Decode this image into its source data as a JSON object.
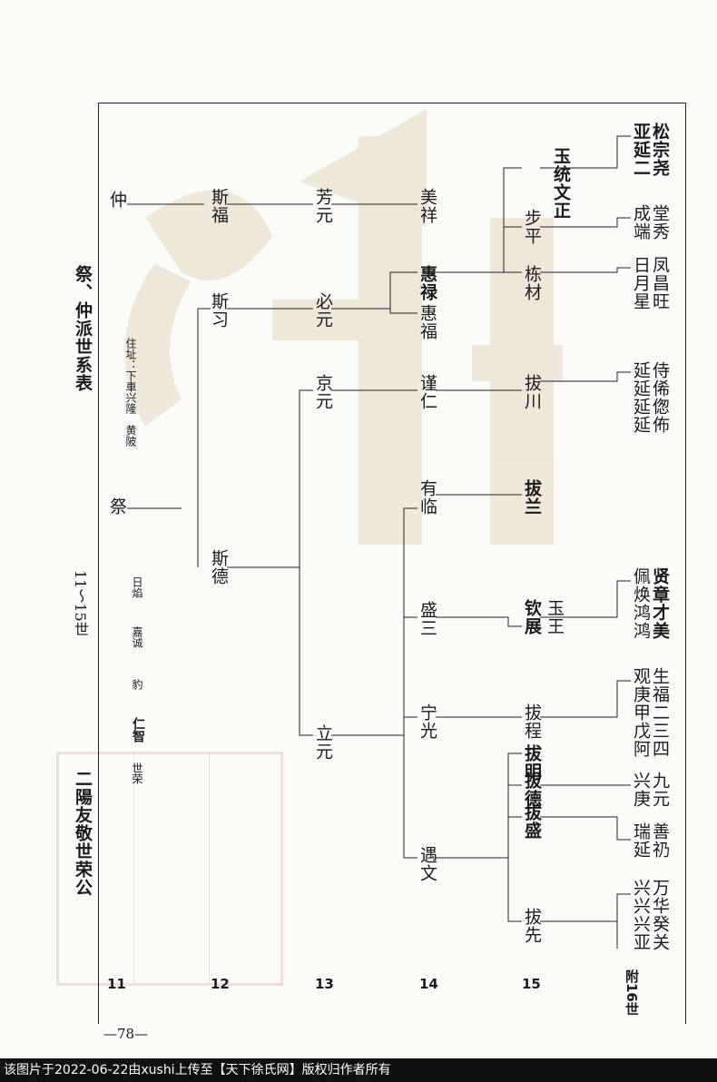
{
  "header": {
    "title": "二陽友敬世荣公",
    "gen_range": "11～15世",
    "section_title": "祭、仲派世系表",
    "address": "住址：下車兴隆　黄陂"
  },
  "names_row11": [
    "世荣",
    "仁智",
    "豹",
    "嘉诚",
    "日焰",
    "祭",
    "仲"
  ],
  "gen_labels": [
    "11",
    "12",
    "13",
    "14",
    "15",
    "附16世"
  ],
  "gen12": [
    "斯德",
    "斯习",
    "斯福"
  ],
  "gen13": [
    "立元",
    "京元",
    "必元",
    "芳元"
  ],
  "gen14": [
    "遇文",
    "宁光",
    "盛三",
    "有临",
    "谨仁",
    "惠福",
    "惠禄",
    "美祥"
  ],
  "gen15": [
    "拔先",
    "拔盛",
    "拔德",
    "拔明",
    "拔程",
    "钦展",
    "玉王",
    "拔兰",
    "拔川",
    "栋材",
    "步平",
    "玉统文正"
  ],
  "gen16": [
    "兴兴兴亚",
    "万华癸关",
    "瑞延",
    "善礽",
    "兴庚",
    "九元",
    "观庚甲戊阿",
    "生福二三四",
    "佩焕鸿鸿",
    "贤章才美",
    "延延延延",
    "侍俙偬佈",
    "日月星",
    "凤昌旺",
    "成端",
    "堂秀",
    "亚延二",
    "松宗尧"
  ],
  "page_number": "—78—",
  "footer": "该图片于2022-06-22由xushi上传至【天下徐氏网】版权归作者所有"
}
